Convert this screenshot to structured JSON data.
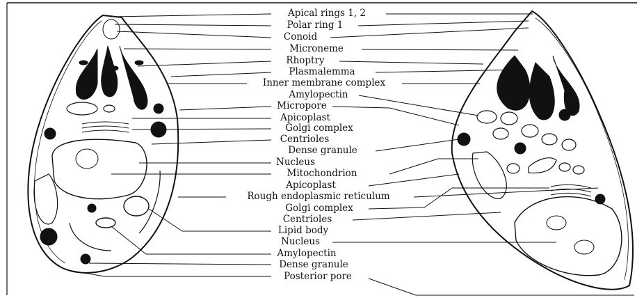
{
  "labels": [
    "Apical rings 1, 2",
    "Polar ring 1",
    "Conoid",
    "Microneme",
    "Rhoptry",
    "Plasmalemma",
    "Inner membrane complex",
    "Amylopectin",
    "Micropore",
    "Apicoplast",
    "Golgi complex",
    "Centrioles",
    "Dense granule",
    "Nucleus",
    "Mitochondrion",
    "Apicoplast",
    "Rough endoplasmic reticulum",
    "Golgi complex",
    "Centrioles",
    "Lipid body",
    "Nucleus",
    "Amylopectin",
    "Dense granule",
    "Posterior pore"
  ],
  "colors": {
    "ink": "#111111",
    "background": "#ffffff"
  }
}
